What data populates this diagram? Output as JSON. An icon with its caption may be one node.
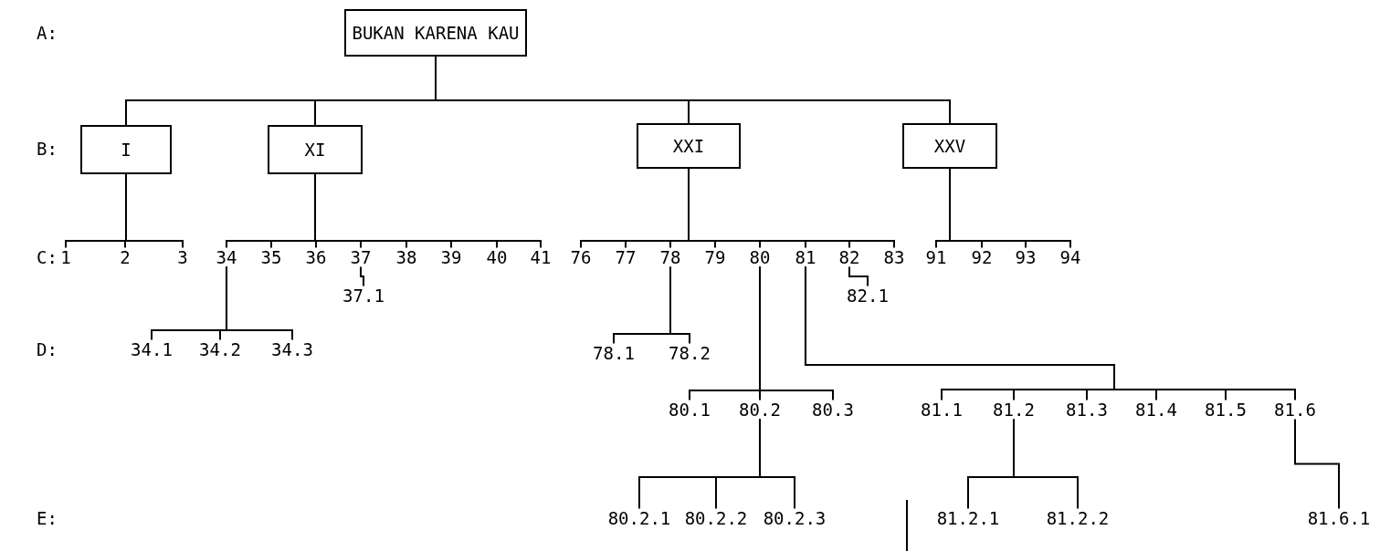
{
  "diagram": {
    "nodes": [
      {
        "text": [
          "BUKAN KARENA KAU"
        ]
      },
      {
        "text": [
          "I"
        ]
      },
      {
        "text": [
          "XI"
        ]
      },
      {
        "text": [
          "XXI"
        ]
      },
      {
        "text": [
          "XXV"
        ]
      },
      {
        "text": [
          "1"
        ]
      },
      {
        "text": [
          "2"
        ]
      },
      {
        "text": [
          "3"
        ]
      },
      {
        "text": [
          "34"
        ]
      },
      {
        "text": [
          "35"
        ]
      },
      {
        "text": [
          "36"
        ]
      },
      {
        "text": [
          "37"
        ]
      },
      {
        "text": [
          "38"
        ]
      },
      {
        "text": [
          "39"
        ]
      },
      {
        "text": [
          "40"
        ]
      },
      {
        "text": [
          "41"
        ]
      },
      {
        "text": [
          "76"
        ]
      },
      {
        "text": [
          "77"
        ]
      },
      {
        "text": [
          "78"
        ]
      },
      {
        "text": [
          "79"
        ]
      },
      {
        "text": [
          "80"
        ]
      },
      {
        "text": [
          "81"
        ]
      },
      {
        "text": [
          "82"
        ]
      },
      {
        "text": [
          "83"
        ]
      },
      {
        "text": [
          "91"
        ]
      },
      {
        "text": [
          "92"
        ]
      },
      {
        "text": [
          "93"
        ]
      },
      {
        "text": [
          "94"
        ]
      },
      {
        "text": [
          "37.1"
        ]
      },
      {
        "text": [
          "82.1"
        ]
      },
      {
        "text": [
          "34.1"
        ]
      },
      {
        "text": [
          "34.2"
        ]
      },
      {
        "text": [
          "34.3"
        ]
      },
      {
        "text": [
          "78.1"
        ]
      },
      {
        "text": [
          "78.2"
        ]
      },
      {
        "text": [
          "80.1"
        ]
      },
      {
        "text": [
          "80.2"
        ]
      },
      {
        "text": [
          "80.3"
        ]
      },
      {
        "text": [
          "81.1"
        ]
      },
      {
        "text": [
          "81.2"
        ]
      },
      {
        "text": [
          "81.3"
        ]
      },
      {
        "text": [
          "81.4"
        ]
      },
      {
        "text": [
          "81.5"
        ]
      },
      {
        "text": [
          "81.6"
        ]
      },
      {
        "text": [
          "80.2.1"
        ]
      },
      {
        "text": [
          "80.2.2"
        ]
      },
      {
        "text": [
          "80.2.3"
        ]
      },
      {
        "text": [
          "81.2.1"
        ]
      },
      {
        "text": [
          "81.2.2"
        ]
      },
      {
        "text": [
          "81.6.1"
        ]
      }
    ],
    "edges": [
      {
        "from": 0,
        "to": 1,
        "arrow": "none"
      },
      {
        "from": 0,
        "to": 2,
        "arrow": "none"
      },
      {
        "from": 0,
        "to": 3,
        "arrow": "none"
      },
      {
        "from": 0,
        "to": 4,
        "arrow": "none"
      },
      {
        "from": 1,
        "to": 5,
        "arrow": "none"
      },
      {
        "from": 1,
        "to": 6,
        "arrow": "none"
      },
      {
        "from": 1,
        "to": 7,
        "arrow": "none"
      },
      {
        "from": 2,
        "to": 8,
        "arrow": "none"
      },
      {
        "from": 2,
        "to": 9,
        "arrow": "none"
      },
      {
        "from": 2,
        "to": 10,
        "arrow": "none"
      },
      {
        "from": 2,
        "to": 11,
        "arrow": "none"
      },
      {
        "from": 2,
        "to": 12,
        "arrow": "none"
      },
      {
        "from": 2,
        "to": 13,
        "arrow": "none"
      },
      {
        "from": 2,
        "to": 14,
        "arrow": "none"
      },
      {
        "from": 2,
        "to": 15,
        "arrow": "none"
      },
      {
        "from": 3,
        "to": 16,
        "arrow": "none"
      },
      {
        "from": 3,
        "to": 17,
        "arrow": "none"
      },
      {
        "from": 3,
        "to": 18,
        "arrow": "none"
      },
      {
        "from": 3,
        "to": 19,
        "arrow": "none"
      },
      {
        "from": 3,
        "to": 20,
        "arrow": "none"
      },
      {
        "from": 3,
        "to": 21,
        "arrow": "none"
      },
      {
        "from": 3,
        "to": 22,
        "arrow": "none"
      },
      {
        "from": 3,
        "to": 23,
        "arrow": "none"
      },
      {
        "from": 4,
        "to": 24,
        "arrow": "none"
      },
      {
        "from": 4,
        "to": 25,
        "arrow": "none"
      },
      {
        "from": 4,
        "to": 26,
        "arrow": "none"
      },
      {
        "from": 4,
        "to": 27,
        "arrow": "none"
      },
      {
        "from": 11,
        "to": 28,
        "arrow": "none"
      },
      {
        "from": 22,
        "to": 29,
        "arrow": "none"
      },
      {
        "from": 8,
        "to": 30,
        "arrow": "none"
      },
      {
        "from": 8,
        "to": 31,
        "arrow": "none"
      },
      {
        "from": 8,
        "to": 32,
        "arrow": "none"
      },
      {
        "from": 18,
        "to": 33,
        "arrow": "none"
      },
      {
        "from": 18,
        "to": 34,
        "arrow": "none"
      },
      {
        "from": 20,
        "to": 35,
        "arrow": "none"
      },
      {
        "from": 20,
        "to": 36,
        "arrow": "none"
      },
      {
        "from": 20,
        "to": 37,
        "arrow": "none"
      },
      {
        "from": 21,
        "to": 38,
        "arrow": "none"
      },
      {
        "from": 21,
        "to": 39,
        "arrow": "none"
      },
      {
        "from": 21,
        "to": 40,
        "arrow": "none"
      },
      {
        "from": 21,
        "to": 41,
        "arrow": "none"
      },
      {
        "from": 21,
        "to": 42,
        "arrow": "none"
      },
      {
        "from": 21,
        "to": 43,
        "arrow": "none"
      },
      {
        "from": 36,
        "to": 44,
        "arrow": "none"
      },
      {
        "from": 36,
        "to": 45,
        "arrow": "none"
      },
      {
        "from": 36,
        "to": 46,
        "arrow": "none"
      },
      {
        "from": 39,
        "to": 47,
        "arrow": "none"
      },
      {
        "from": 39,
        "to": 48,
        "arrow": "none"
      },
      {
        "from": 43,
        "to": 49,
        "arrow": "none"
      }
    ],
    "labels": [
      "A:",
      "B:",
      "C:",
      "D:",
      "E:"
    ]
  }
}
